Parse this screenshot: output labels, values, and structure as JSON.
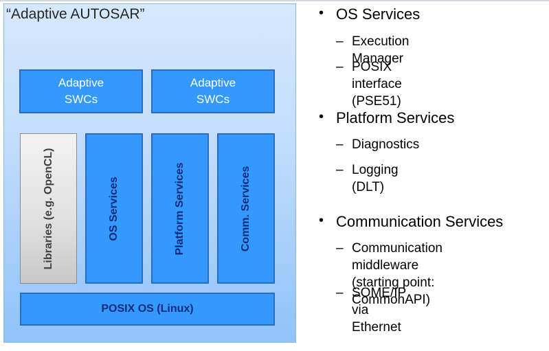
{
  "diagram": {
    "title": "“Adaptive AUTOSAR”",
    "swc_boxes": [
      {
        "label": "Adaptive\nSWCs"
      },
      {
        "label": "Adaptive\nSWCs"
      }
    ],
    "columns": [
      {
        "label": "Libraries (e.g. OpenCL)",
        "style": "gray"
      },
      {
        "label": "OS Services",
        "style": "blue"
      },
      {
        "label": "Platform Services",
        "style": "blue"
      },
      {
        "label": "Comm. Services",
        "style": "blue"
      }
    ],
    "base_layer": {
      "label": "POSIX OS (Linux)"
    },
    "colors": {
      "box_fill": "#3399ff",
      "box_border": "#2a6dbd",
      "box_text_dark": "#0b2a78",
      "container_top": "#d6e8fc",
      "container_bottom": "#8fc3f9",
      "library_fill": "#e0e0e0"
    }
  },
  "bullets": {
    "bullet_glyph": "•",
    "dash_glyph": "–",
    "sections": [
      {
        "heading": "OS Services",
        "items": [
          "Execution Manager",
          "POSIX interface (PSE51)"
        ]
      },
      {
        "heading": "Platform Services",
        "items": [
          "Diagnostics",
          "Logging (DLT)"
        ]
      },
      {
        "heading": "Communication Services",
        "items": [
          "Communication middleware\n(starting point: CommonAPI)",
          "SOME/IP via Ethernet"
        ]
      }
    ]
  }
}
